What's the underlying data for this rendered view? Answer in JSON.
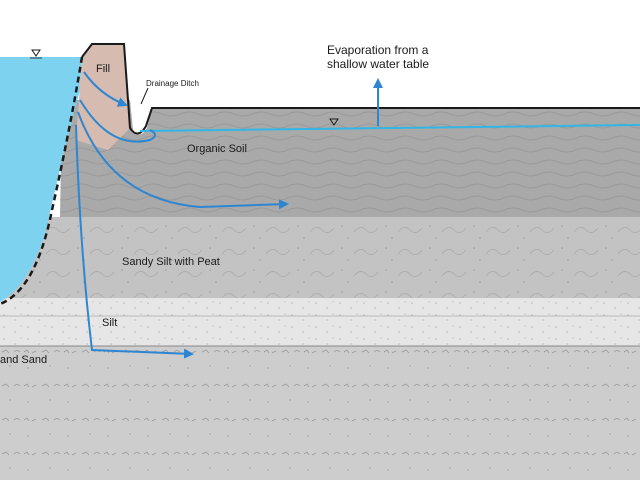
{
  "labels": {
    "fill": "Fill",
    "drainage_ditch": "Drainage Ditch",
    "evaporation_line1": "Evaporation from a",
    "evaporation_line2": "shallow water table",
    "organic_soil": "Organic Soil",
    "sandy_silt_with_peat": "Sandy Silt with Peat",
    "silt": "Silt",
    "sand": "and Sand"
  },
  "colors": {
    "water": "#7dd3ef",
    "fill": "#d6bcb0",
    "organic_soil": "#a9a9a9",
    "sandy_silt_with_peat": "#c3c3c3",
    "silt": "#e6e6e6",
    "sand": "#cdcdcd",
    "flow_arrow": "#2e86d1",
    "water_table": "#33b5e5",
    "outline": "#1a1a1a"
  },
  "icons": {
    "water_level_left": "water-level-triangle-icon",
    "water_level_right": "water-level-triangle-icon"
  }
}
